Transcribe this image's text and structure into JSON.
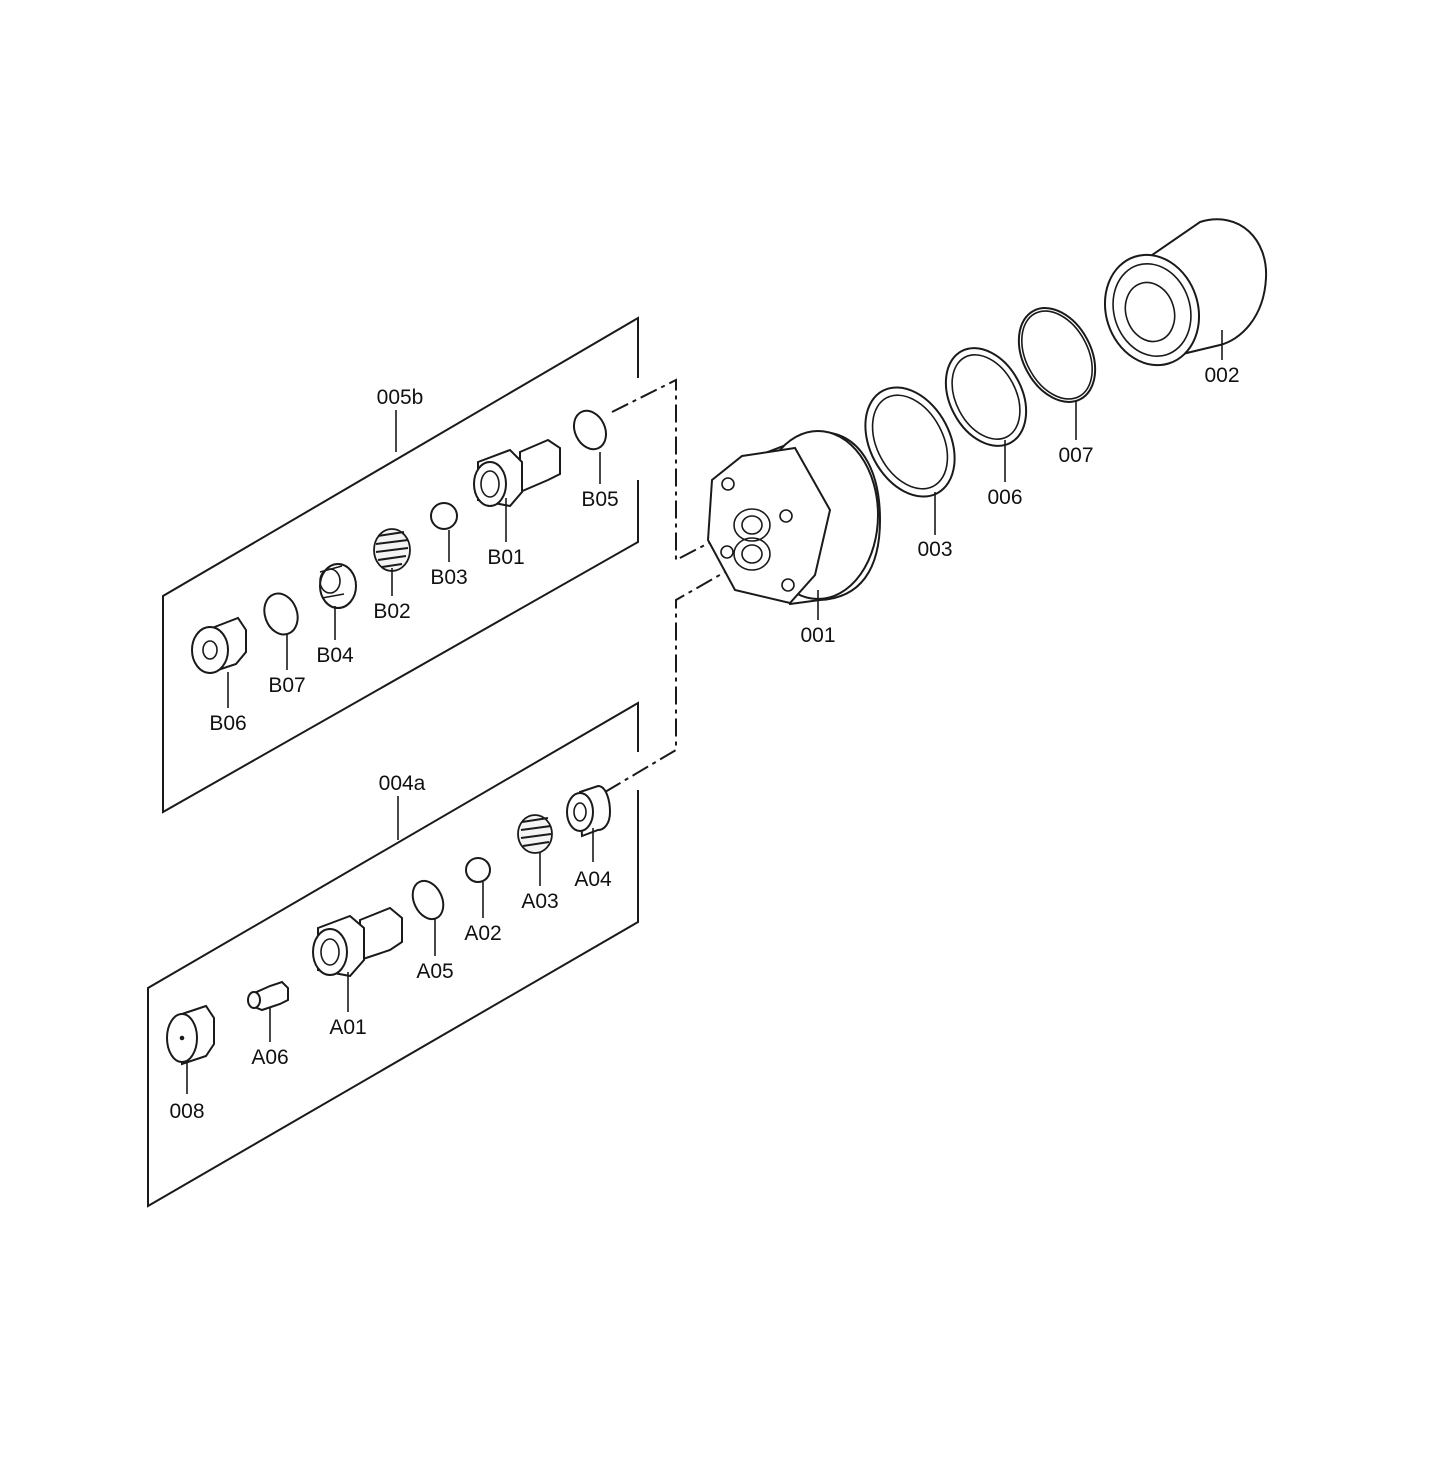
{
  "labels": {
    "p001": "001",
    "p002": "002",
    "p003": "003",
    "p006": "006",
    "p007": "007",
    "p008": "008",
    "g004a": "004a",
    "g005b": "005b",
    "A01": "A01",
    "A02": "A02",
    "A03": "A03",
    "A04": "A04",
    "A05": "A05",
    "A06": "A06",
    "B01": "B01",
    "B02": "B02",
    "B03": "B03",
    "B04": "B04",
    "B05": "B05",
    "B06": "B06",
    "B07": "B07"
  }
}
